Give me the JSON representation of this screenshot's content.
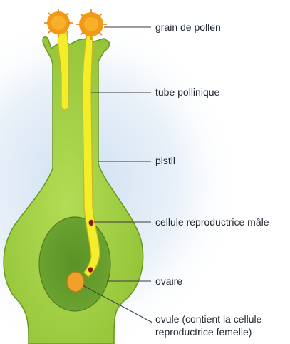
{
  "labels": {
    "pollen_grain": "grain de pollen",
    "pollen_tube": "tube pollinique",
    "pistil": "pistil",
    "male_cell": "cellule reproductrice mâle",
    "ovary": "ovaire",
    "ovule_line1": "ovule (contient la cellule",
    "ovule_line2": "reproductrice femelle)"
  },
  "colors": {
    "pistil_fill": "#9ccc3c",
    "pistil_outline": "#6d9a22",
    "ovary_cavity": "#5f9a2a",
    "tube_fill": "#f4ee2a",
    "pollen": "#f29a18",
    "ovule": "#f2a02a",
    "background_tint": "#d6e4f2",
    "leader_line": "#3a3a3a"
  }
}
